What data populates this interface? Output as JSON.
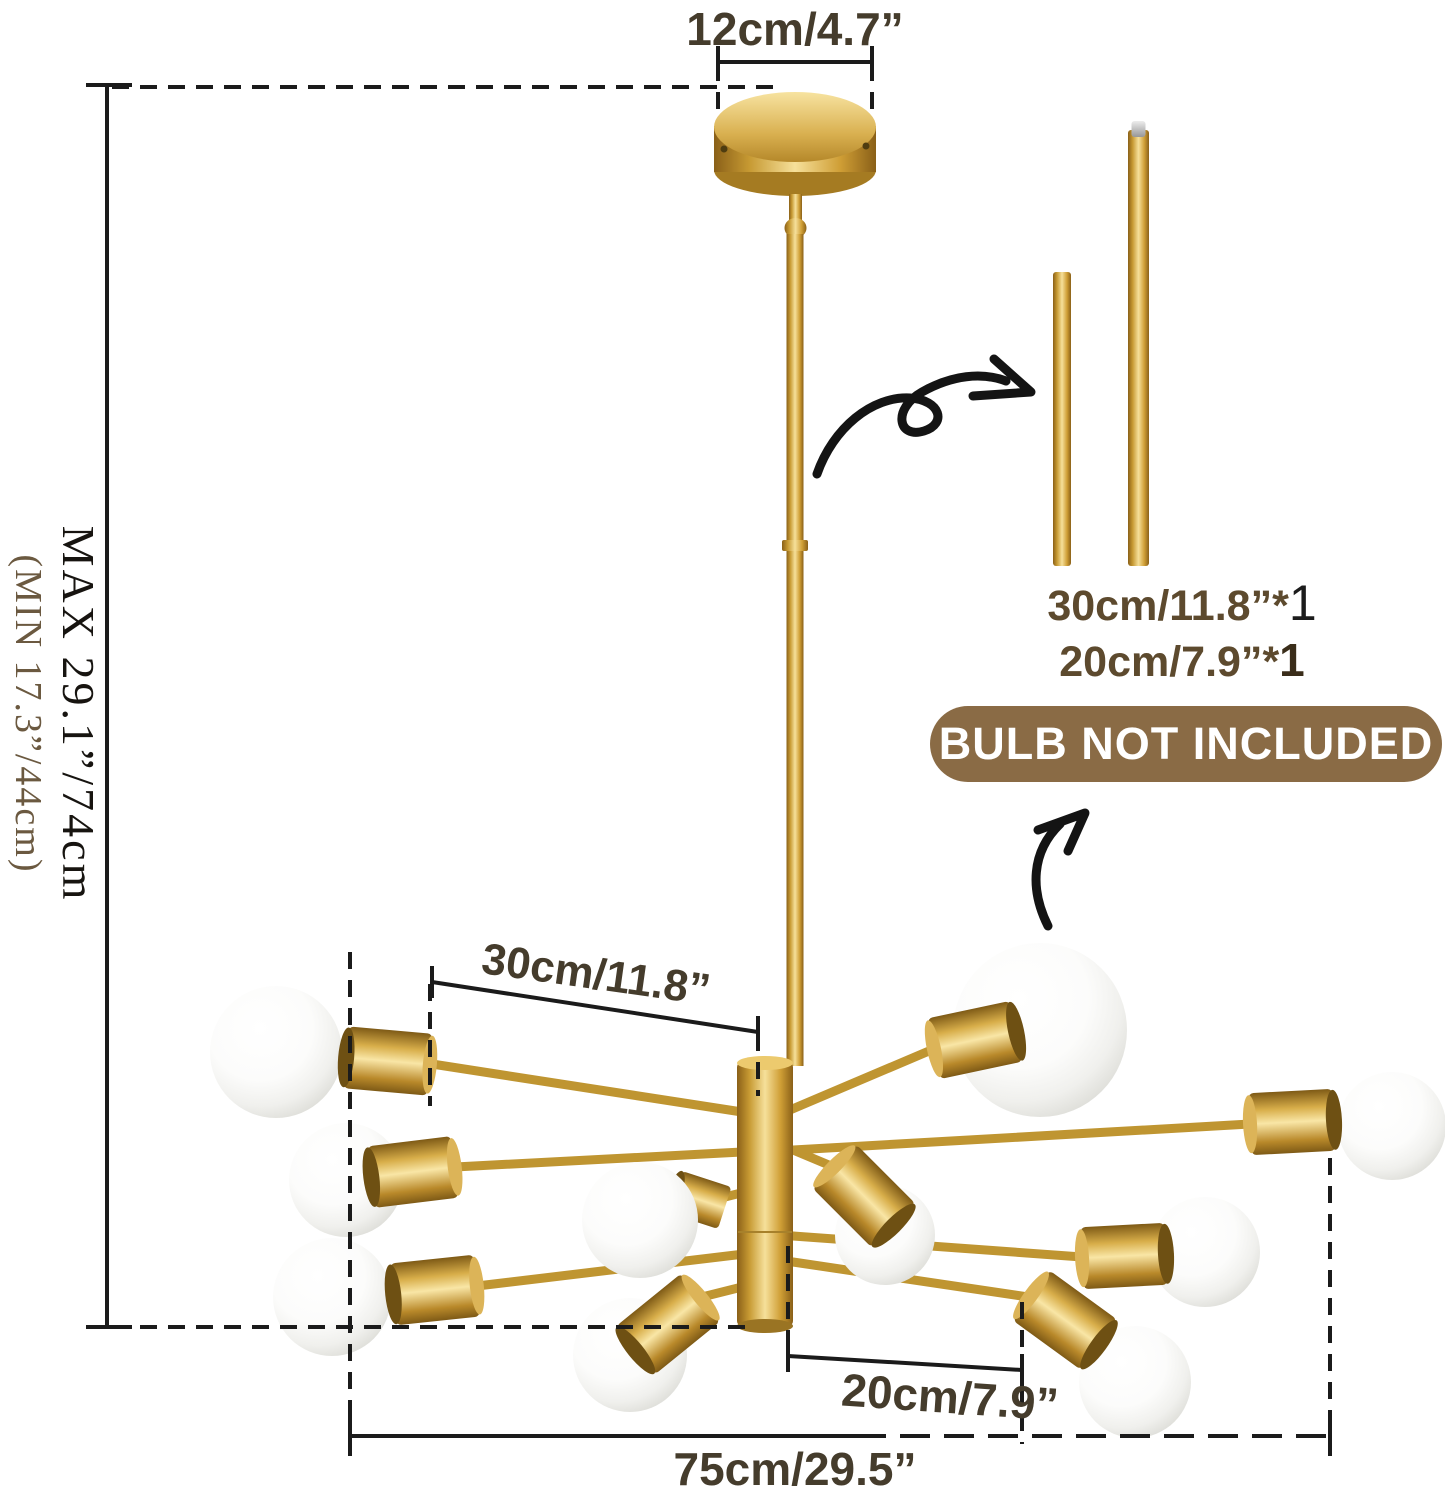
{
  "diagram": {
    "subject": "sputnik chandelier with 10 globe bulbs, gold brass finish",
    "bulb_count": 10
  },
  "annotations": {
    "canopy_width": "12cm/4.7”",
    "height_max": "MAX 29.1”/74cm",
    "height_min": "(MIN 17.3”/44cm)",
    "arm_length": "30cm/11.8”",
    "center_offset": "20cm/7.9”",
    "total_width": "75cm/29.5”"
  },
  "rods": {
    "items": [
      {
        "size": "30cm/11.8”",
        "asterisk": "*",
        "qty": "1"
      },
      {
        "size": "20cm/7.9”",
        "asterisk": "*",
        "qty": "1"
      }
    ]
  },
  "badge": {
    "label": "BULB NOT INCLUDED",
    "bg": "#8a6b45",
    "fg": "#ffffff"
  },
  "colors": {
    "brass": "#bf9531",
    "brass_dark": "#8a6018",
    "brass_light": "#f6e09a",
    "annotation_line": "#1b1b1b",
    "dim_text": "#453c2c",
    "min_text": "#6b5940",
    "rod_label_text": "#5d4a2e"
  }
}
